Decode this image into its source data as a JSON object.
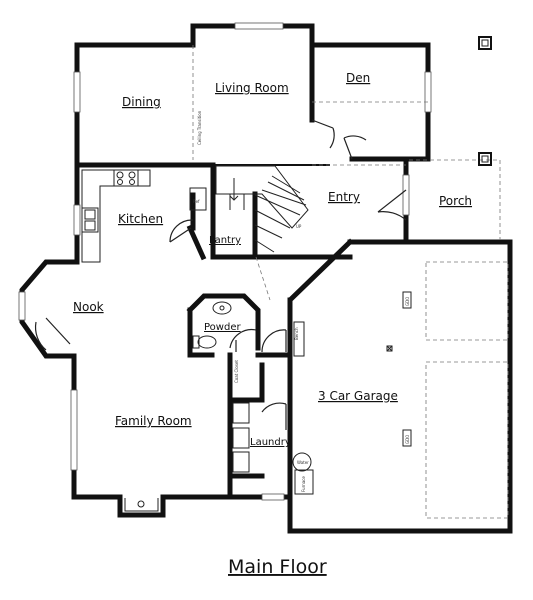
{
  "title": "Main Floor",
  "rooms": {
    "dining": "Dining",
    "living_room": "Living Room",
    "den": "Den",
    "kitchen": "Kitchen",
    "pantry": "Pantry",
    "entry": "Entry",
    "porch": "Porch",
    "nook": "Nook",
    "powder": "Powder",
    "family_room": "Family Room",
    "laundry": "Laundry",
    "garage": "3 Car Garage"
  },
  "notes": {
    "ceiling_transition": "Ceiling Transition",
    "stair_up": "UP",
    "fridge": "Ref",
    "coat_closet": "Coat Closet",
    "bench": "Bench",
    "water_heater": "Water",
    "furnace": "Furnace",
    "garage_door_opener_1": "GDO",
    "garage_door_opener_2": "GDO"
  }
}
